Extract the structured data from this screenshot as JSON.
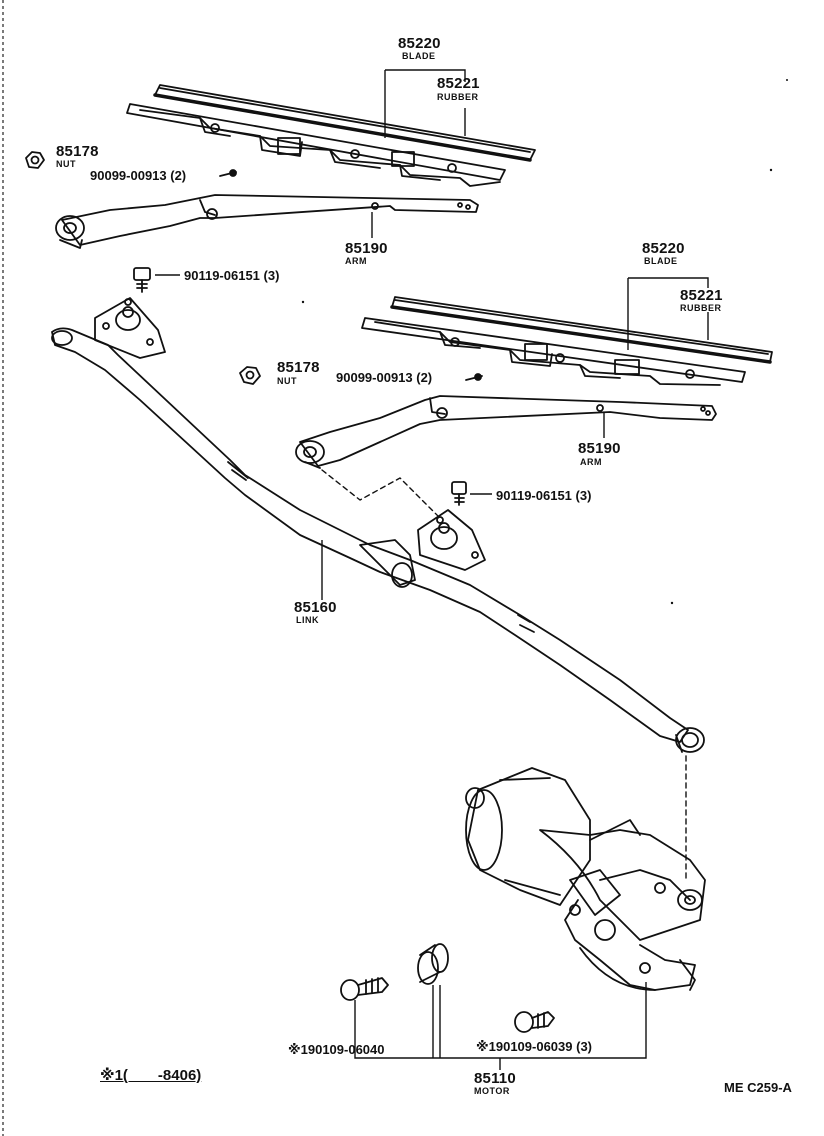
{
  "labels": {
    "top_blade_num": "85220",
    "top_blade_name": "BLADE",
    "top_rubber_num": "85221",
    "top_rubber_name": "RUBBER",
    "top_nut_num": "85178",
    "top_nut_name": "NUT",
    "top_screw": "90099-00913 (2)",
    "top_arm_num": "85190",
    "top_arm_name": "ARM",
    "top_bolt": "90119-06151 (3)",
    "mid_blade_num": "85220",
    "mid_blade_name": "BLADE",
    "mid_rubber_num": "85221",
    "mid_rubber_name": "RUBBER",
    "mid_nut_num": "85178",
    "mid_nut_name": "NUT",
    "mid_screw": "90099-00913 (2)",
    "mid_arm_num": "85190",
    "mid_arm_name": "ARM",
    "mid_bolt": "90119-06151 (3)",
    "link_num": "85160",
    "link_name": "LINK",
    "grommet_part": "※190109-06040",
    "motor_bolt": "※190109-06039 (3)",
    "motor_num": "85110",
    "motor_name": "MOTOR",
    "footnote": "※1(　　-8406)",
    "diagram_code": "ME C259-A"
  }
}
